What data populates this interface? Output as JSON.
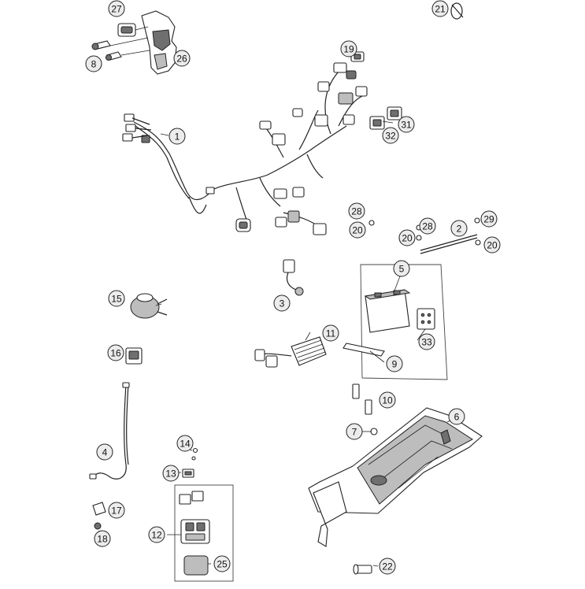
{
  "diagram": {
    "callouts": [
      {
        "id": "c27",
        "label": "27"
      },
      {
        "id": "c8",
        "label": "8"
      },
      {
        "id": "c26",
        "label": "26"
      },
      {
        "id": "c21",
        "label": "21"
      },
      {
        "id": "c19",
        "label": "19"
      },
      {
        "id": "c1",
        "label": "1"
      },
      {
        "id": "c31",
        "label": "31"
      },
      {
        "id": "c32",
        "label": "32"
      },
      {
        "id": "c28a",
        "label": "28"
      },
      {
        "id": "c20a",
        "label": "20"
      },
      {
        "id": "c28b",
        "label": "28"
      },
      {
        "id": "c20b",
        "label": "20"
      },
      {
        "id": "c2",
        "label": "2"
      },
      {
        "id": "c29",
        "label": "29"
      },
      {
        "id": "c20c",
        "label": "20"
      },
      {
        "id": "c5",
        "label": "5"
      },
      {
        "id": "c15",
        "label": "15"
      },
      {
        "id": "c3",
        "label": "3"
      },
      {
        "id": "c11",
        "label": "11"
      },
      {
        "id": "c33",
        "label": "33"
      },
      {
        "id": "c16",
        "label": "16"
      },
      {
        "id": "c9",
        "label": "9"
      },
      {
        "id": "c10",
        "label": "10"
      },
      {
        "id": "c6",
        "label": "6"
      },
      {
        "id": "c7",
        "label": "7"
      },
      {
        "id": "c4",
        "label": "4"
      },
      {
        "id": "c14",
        "label": "14"
      },
      {
        "id": "c13",
        "label": "13"
      },
      {
        "id": "c17",
        "label": "17"
      },
      {
        "id": "c12",
        "label": "12"
      },
      {
        "id": "c18",
        "label": "18"
      },
      {
        "id": "c25",
        "label": "25"
      },
      {
        "id": "c22",
        "label": "22"
      }
    ]
  }
}
